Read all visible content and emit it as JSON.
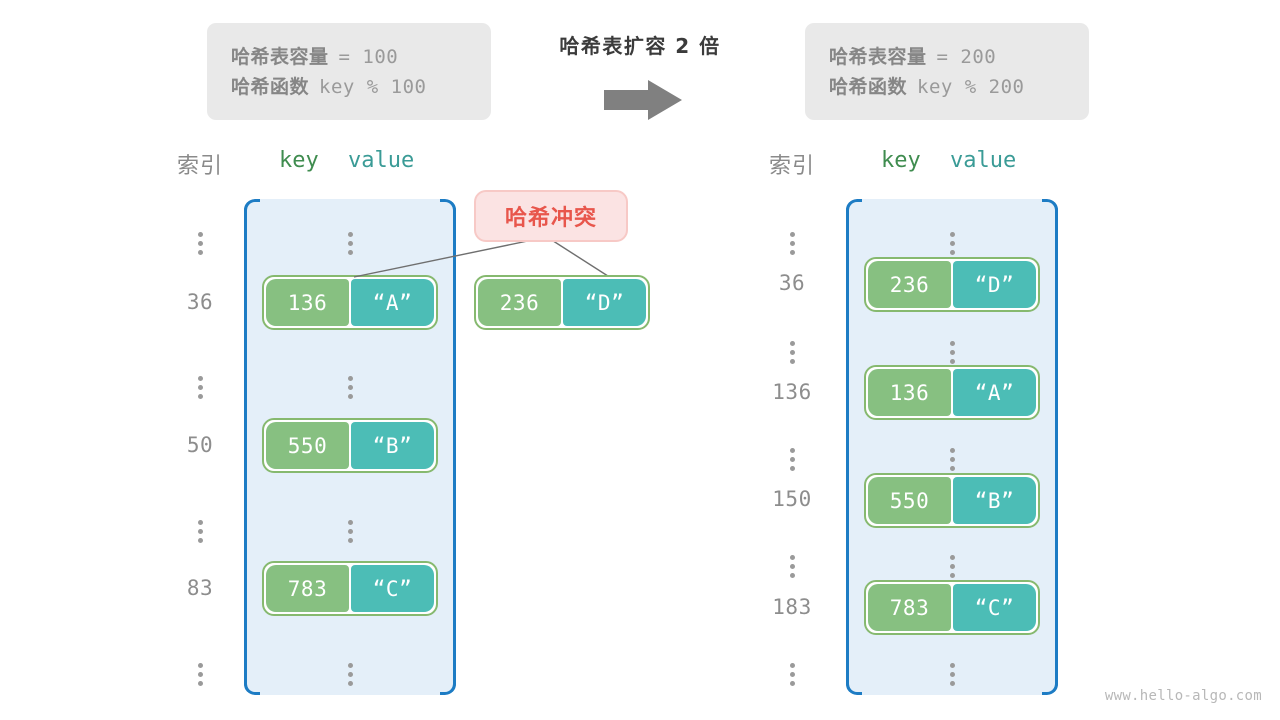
{
  "center": {
    "title": "哈希表扩容 2 倍",
    "arrow_icon": "right-arrow-icon"
  },
  "left_panel": {
    "info": {
      "capacity_label": "哈希表容量",
      "capacity_value": "= 100",
      "function_label": "哈希函数",
      "function_value": "key % 100"
    },
    "headers": {
      "index": "索引",
      "key": "key",
      "value": "value"
    },
    "rows": [
      {
        "index": "⋮",
        "type": "dots"
      },
      {
        "index": "36",
        "type": "entry",
        "key": "136",
        "value": "“A”"
      },
      {
        "index": "⋮",
        "type": "dots"
      },
      {
        "index": "50",
        "type": "entry",
        "key": "550",
        "value": "“B”"
      },
      {
        "index": "⋮",
        "type": "dots"
      },
      {
        "index": "83",
        "type": "entry",
        "key": "783",
        "value": "“C”"
      },
      {
        "index": "⋮",
        "type": "dots"
      }
    ]
  },
  "collision": {
    "label": "哈希冲突",
    "entry": {
      "key": "236",
      "value": "“D”"
    }
  },
  "right_panel": {
    "info": {
      "capacity_label": "哈希表容量",
      "capacity_value": "= 200",
      "function_label": "哈希函数",
      "function_value": "key % 200"
    },
    "headers": {
      "index": "索引",
      "key": "key",
      "value": "value"
    },
    "rows": [
      {
        "index": "⋮",
        "type": "dots"
      },
      {
        "index": "36",
        "type": "entry",
        "key": "236",
        "value": "“D”"
      },
      {
        "index": "⋮",
        "type": "dots"
      },
      {
        "index": "136",
        "type": "entry",
        "key": "136",
        "value": "“A”"
      },
      {
        "index": "⋮",
        "type": "dots"
      },
      {
        "index": "150",
        "type": "entry",
        "key": "550",
        "value": "“B”"
      },
      {
        "index": "⋮",
        "type": "dots"
      },
      {
        "index": "183",
        "type": "entry",
        "key": "783",
        "value": "“C”"
      },
      {
        "index": "⋮",
        "type": "dots"
      }
    ]
  },
  "watermark": "www.hello-algo.com",
  "colors": {
    "key_cell": "#87c081",
    "value_cell": "#4cbdb6",
    "bucket_fill": "#e4eff9",
    "bucket_border": "#1d7cc4",
    "collision_bg": "#fbe3e3",
    "collision_text": "#e8564c",
    "info_bg": "#e9e9e9",
    "arrow": "#808080"
  }
}
